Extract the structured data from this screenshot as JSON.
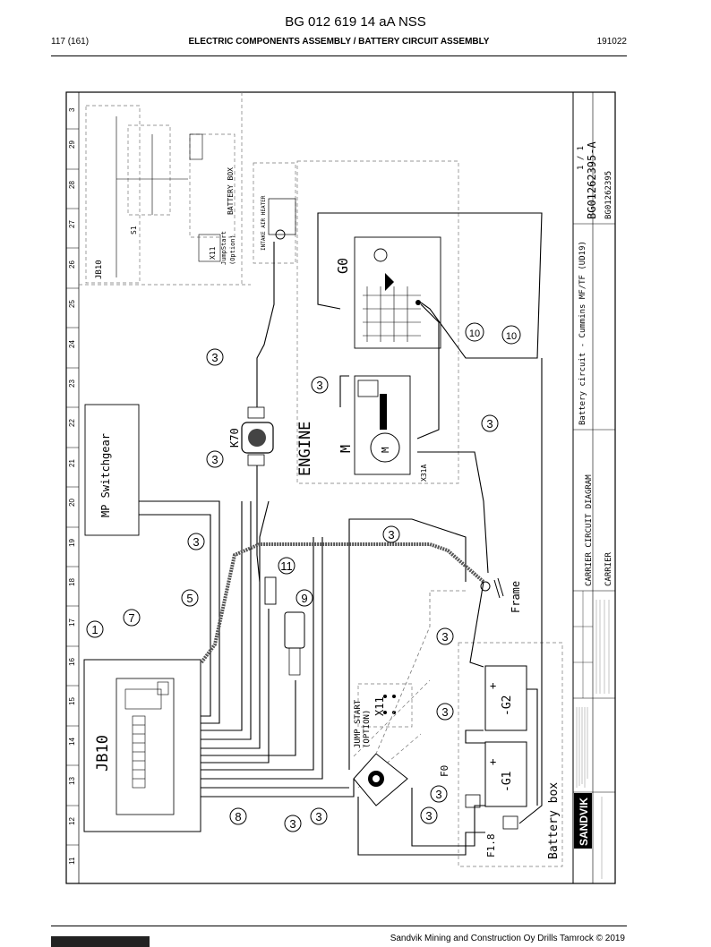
{
  "header": {
    "doc_id": "BG 012 619 14 aA NSS",
    "page": "117 (161)",
    "section": "ELECTRIC COMPONENTS ASSEMBLY / BATTERY CIRCUIT ASSEMBLY",
    "date": "191022"
  },
  "footer": {
    "copyright": "Sandvik Mining and Construction Oy Drills Tamrock © 2019"
  },
  "drawing": {
    "title": "Battery circuit - Cummins MF/TF (UD19)",
    "subtitle": "CARRIER CIRCUIT DIAGRAM",
    "carrier": "CARRIER",
    "sheet": "1 / 1",
    "dwg_no": "BG01262395-A",
    "id_no": "BG01262395",
    "brand": "SANDVIK",
    "frame_label": "Frame",
    "grid_numbers": [
      "11",
      "12",
      "13",
      "14",
      "15",
      "16",
      "17",
      "18",
      "19",
      "20",
      "21",
      "22",
      "23",
      "24",
      "25",
      "26",
      "27",
      "28",
      "29",
      "3"
    ],
    "components": {
      "jb10": "JB10",
      "mp": "MP Switchgear",
      "k70": "K70",
      "engine": "ENGINE",
      "motor": "M",
      "motor_inner": "M",
      "x31a": "X31A",
      "g0": "G0",
      "g1": "-G1",
      "g2": "-G2",
      "plus1": "+",
      "plus2": "+",
      "f0": "F0",
      "f18": "F1.8",
      "battery_box": "Battery box",
      "jump_start": "JUMP START",
      "option": "(OPTION)",
      "x11": "X11",
      "x11_top": "X11",
      "jumpstart_top": "JumpStart",
      "option_top": "(Option)",
      "battery_box_top": "BATTERY BOX",
      "intake": "INTAKE AIR HEATER",
      "s1": "S1",
      "jb10_top": "JB10"
    },
    "callouts": [
      "1",
      "7",
      "5",
      "3",
      "11",
      "9",
      "3",
      "3",
      "3",
      "10",
      "10",
      "3",
      "3",
      "3",
      "3",
      "8",
      "3",
      "3",
      "3",
      "3"
    ]
  }
}
